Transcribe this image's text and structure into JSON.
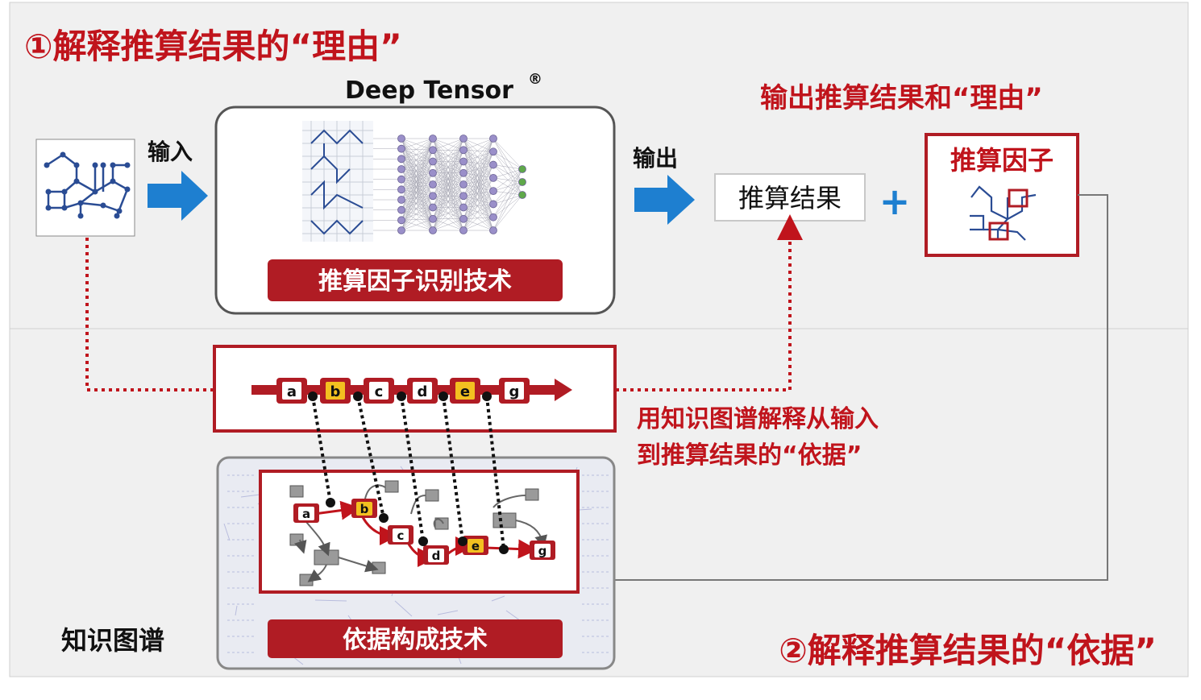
{
  "section1": {
    "title": "①解释推算结果的“理由”"
  },
  "section2": {
    "title": "②解释推算结果的“依据”"
  },
  "deep_tensor": {
    "title": "Deep Tensor",
    "reg_mark": "®",
    "tech_label": "推算因子识别技术"
  },
  "labels": {
    "input": "输入",
    "output": "输出",
    "plus": "+"
  },
  "result_box": {
    "text": "推算结果"
  },
  "output_heading": "输出推算结果和“理由”",
  "factor_box": {
    "title": "推算因子"
  },
  "chain": {
    "nodes": [
      {
        "id": "a",
        "highlight": false
      },
      {
        "id": "b",
        "highlight": true
      },
      {
        "id": "c",
        "highlight": false
      },
      {
        "id": "d",
        "highlight": false
      },
      {
        "id": "e",
        "highlight": true
      },
      {
        "id": "g",
        "highlight": false
      }
    ]
  },
  "kg_note": {
    "line1": "用知识图谱解释从输入",
    "line2": "到推算结果的“依据”"
  },
  "knowledge_graph": {
    "label": "知识图谱",
    "tech_label": "依据构成技术"
  },
  "colors": {
    "red": "#b01c24",
    "red_text": "#c0141c",
    "blue": "#1e7fd0",
    "node_yellow": "#f3c020",
    "panel_gray": "#f0f0f0"
  }
}
